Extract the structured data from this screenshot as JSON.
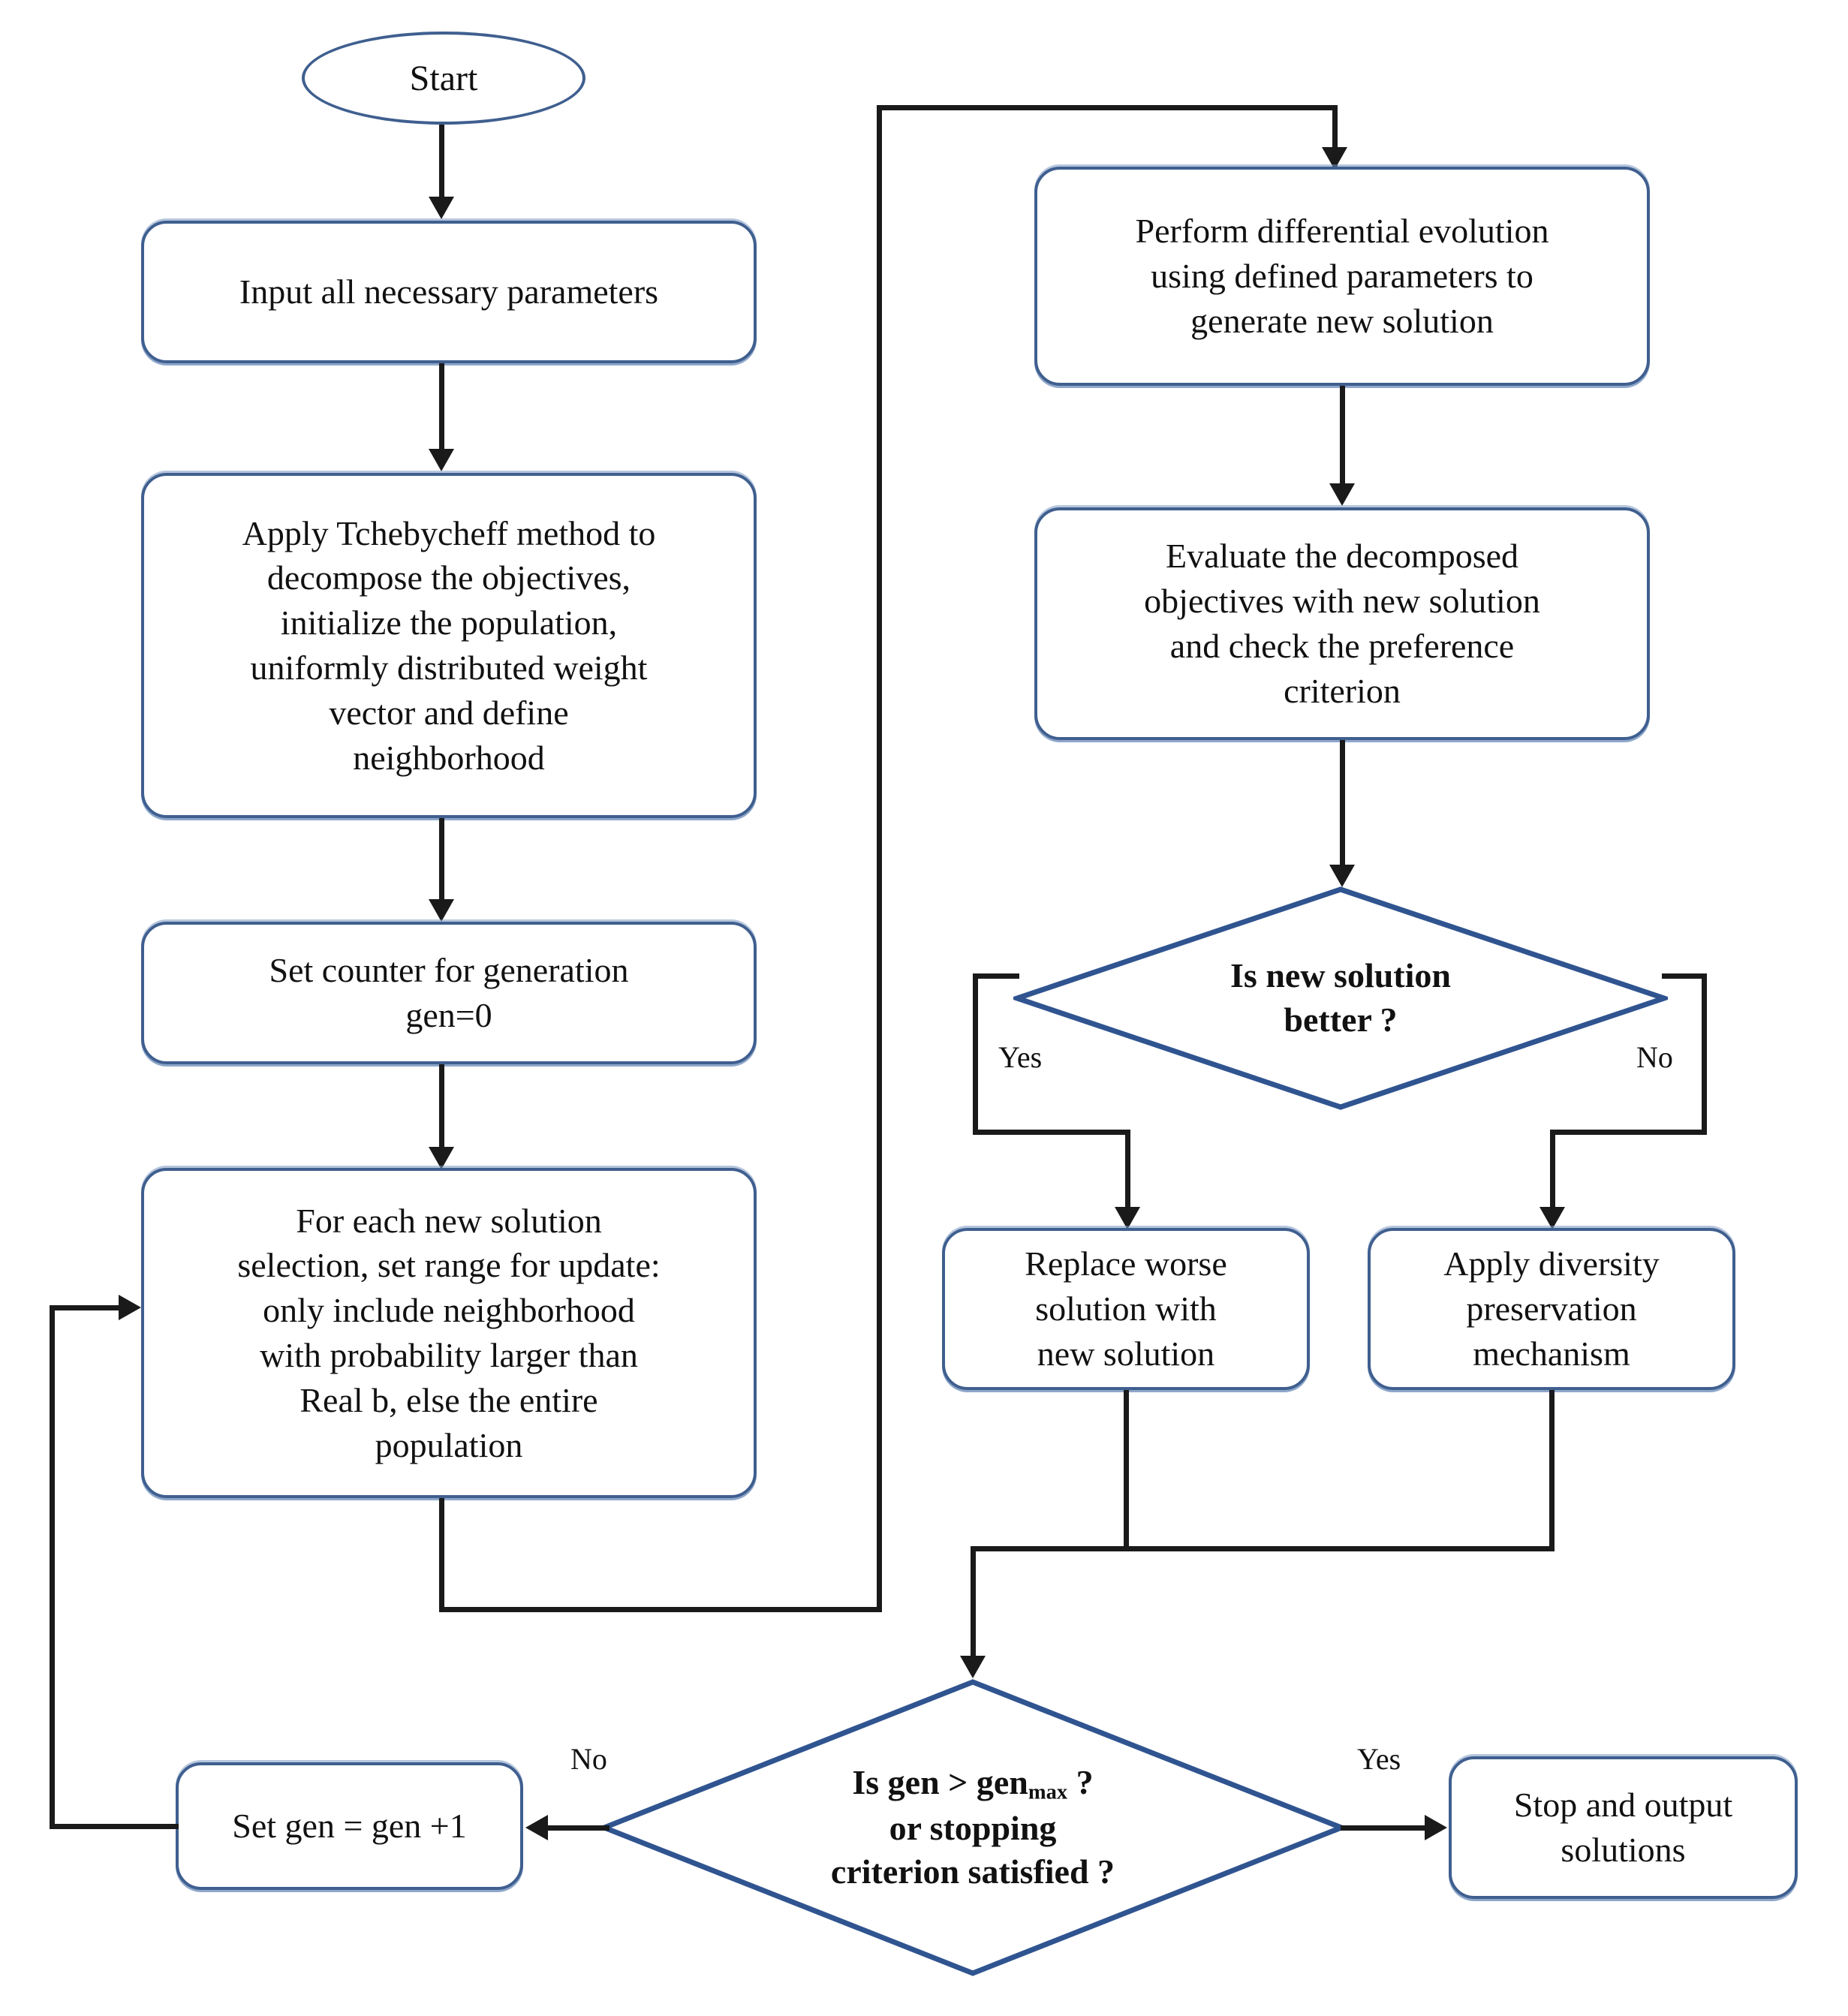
{
  "diagram": {
    "type": "flowchart",
    "title": "MOEA/D differential evolution flowchart",
    "palette": {
      "node_border": "#3f5f8f",
      "node_fill": "#ffffff",
      "node_shadow": "#7a98c1",
      "connector": "#1a1a1a",
      "diamond_border": "#2f5490",
      "text": "#111111"
    }
  },
  "nodes": {
    "start": {
      "label": "Start",
      "shape": "terminator"
    },
    "input_params": {
      "label": "Input all necessary parameters",
      "shape": "process"
    },
    "tchebycheff": {
      "shape": "process",
      "lines": [
        "Apply Tchebycheff method to",
        "decompose the objectives,",
        "initialize the population,",
        "uniformly distributed weight",
        "vector and define",
        "neighborhood"
      ]
    },
    "set_counter": {
      "shape": "process",
      "lines": [
        "Set counter for generation",
        "gen=0"
      ]
    },
    "for_each": {
      "shape": "process",
      "lines": [
        "For each new solution",
        "selection, set range for update:",
        "only include neighborhood",
        "with probability larger than",
        "Real b, else the entire",
        "population"
      ]
    },
    "perform_de": {
      "shape": "process",
      "lines": [
        "Perform differential evolution",
        "using defined parameters to",
        "generate new solution"
      ]
    },
    "evaluate": {
      "shape": "process",
      "lines": [
        "Evaluate the decomposed",
        "objectives with new solution",
        "and check the preference",
        "criterion"
      ]
    },
    "is_better": {
      "shape": "decision",
      "lines": [
        "Is new solution",
        "better ?"
      ]
    },
    "replace_worse": {
      "shape": "process",
      "lines": [
        "Replace worse",
        "solution with",
        "new solution"
      ]
    },
    "apply_diversity": {
      "shape": "process",
      "lines": [
        "Apply diversity",
        "preservation",
        "mechanism"
      ]
    },
    "is_gen_max": {
      "shape": "decision",
      "lines": [
        "Is gen > gen",
        "or stopping",
        "criterion satisfied ?"
      ],
      "subscript": "max",
      "line1_prefix": "Is gen > gen",
      "line1_suffix": " ?"
    },
    "set_gen": {
      "label": "Set gen = gen +1",
      "shape": "process"
    },
    "stop_output": {
      "shape": "process",
      "lines": [
        "Stop and output",
        "solutions"
      ]
    }
  },
  "edge_labels": {
    "better_yes": "Yes",
    "better_no": "No",
    "genmax_no": "No",
    "genmax_yes": "Yes"
  }
}
